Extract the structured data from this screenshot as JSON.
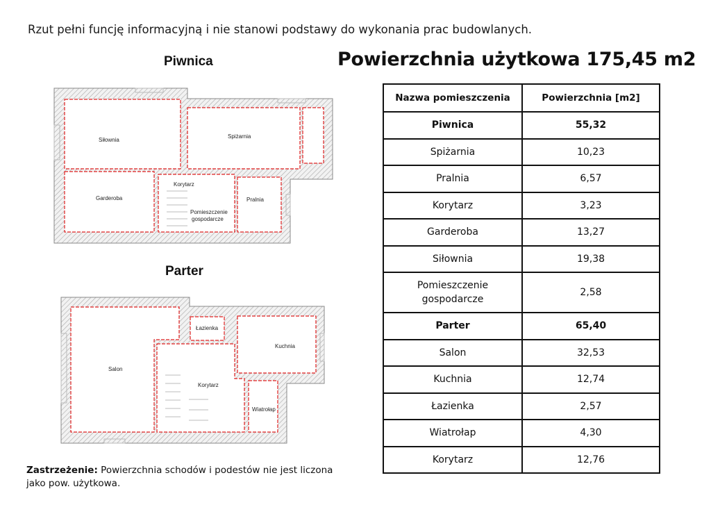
{
  "disclaimer": "Rzut pełni funcję informacyjną i nie stanowi podstawy do wykonania prac budowlanych.",
  "main_title": "Powierzchnia użytkowa 175,45 m2",
  "plans": {
    "piwnica": {
      "title": "Piwnica",
      "labels": {
        "silownia": "Siłownia",
        "spizarnia": "Spiżarnia",
        "garderoba": "Garderoba",
        "korytarz": "Korytarz",
        "pralnia": "Pralnia",
        "pom1": "Pomieszczenie",
        "pom2": "gospodarcze"
      }
    },
    "parter": {
      "title": "Parter",
      "labels": {
        "salon": "Salon",
        "lazienka": "Łazienka",
        "kuchnia": "Kuchnia",
        "korytarz": "Korytarz",
        "wiatrolap": "Wiatrołap"
      }
    }
  },
  "table": {
    "headers": [
      "Nazwa pomieszczenia",
      "Powierzchnia [m2]"
    ],
    "rows": [
      {
        "name": "Piwnica",
        "area": "55,32",
        "section": true
      },
      {
        "name": "Spiżarnia",
        "area": "10,23"
      },
      {
        "name": "Pralnia",
        "area": "6,57"
      },
      {
        "name": "Korytarz",
        "area": "3,23"
      },
      {
        "name": "Garderoba",
        "area": "13,27"
      },
      {
        "name": "Siłownia",
        "area": "19,38"
      },
      {
        "name": "Pomieszczenie gospodarcze",
        "area": "2,58",
        "tall": true
      },
      {
        "name": "Parter",
        "area": "65,40",
        "section": true
      },
      {
        "name": "Salon",
        "area": "32,53"
      },
      {
        "name": "Kuchnia",
        "area": "12,74"
      },
      {
        "name": "Łazienka",
        "area": "2,57"
      },
      {
        "name": "Wiatrołap",
        "area": "4,30"
      },
      {
        "name": "Korytarz",
        "area": "12,76"
      }
    ]
  },
  "note": {
    "label": "Zastrzeżenie:",
    "text": " Powierzchnia schodów i podestów nie jest liczona jako pow. użytkowa."
  },
  "colors": {
    "dimension_lines": "#e02020",
    "walls": "#999999"
  }
}
